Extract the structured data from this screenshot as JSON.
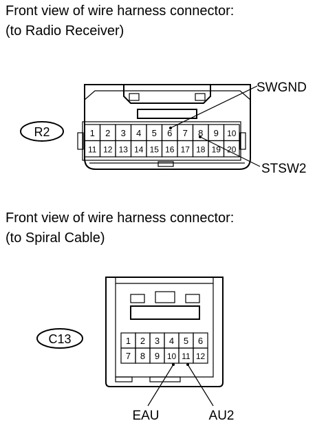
{
  "diagram": {
    "connector_receiver": {
      "caption_line1": "Front view of wire harness connector:",
      "caption_line2": "(to Radio Receiver)",
      "tag": "R2",
      "pins_top": [
        "1",
        "2",
        "3",
        "4",
        "5",
        "6",
        "7",
        "8",
        "9",
        "10"
      ],
      "pins_bottom": [
        "11",
        "12",
        "13",
        "14",
        "15",
        "16",
        "17",
        "18",
        "19",
        "20"
      ],
      "callouts": {
        "swgnd": "SWGND",
        "stsw2": "STSW2"
      }
    },
    "connector_spiral": {
      "caption_line1": "Front view of wire harness connector:",
      "caption_line2": "(to Spiral Cable)",
      "tag": "C13",
      "pins_top": [
        "1",
        "2",
        "3",
        "4",
        "5",
        "6"
      ],
      "pins_bottom": [
        "7",
        "8",
        "9",
        "10",
        "11",
        "12"
      ],
      "callouts": {
        "eau": "EAU",
        "au2": "AU2"
      }
    }
  }
}
